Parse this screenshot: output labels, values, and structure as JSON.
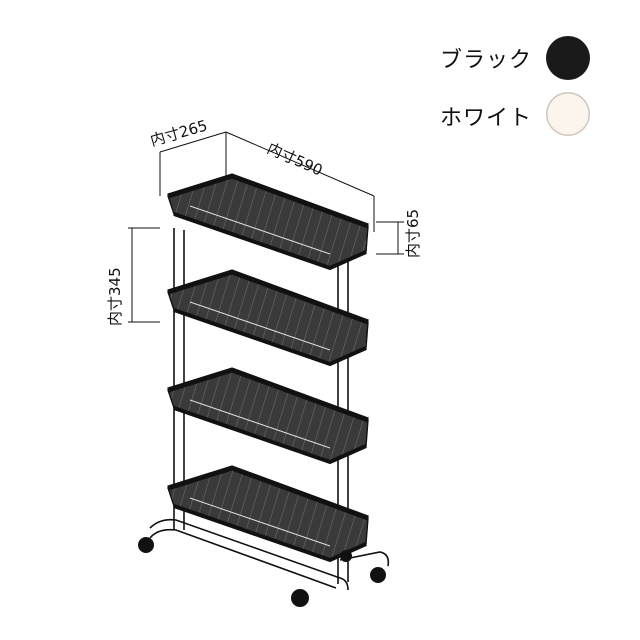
{
  "legend": {
    "items": [
      {
        "label": "ブラック",
        "color": "#1a1a1a",
        "icon": "black-swatch"
      },
      {
        "label": "ホワイト",
        "color": "#fbf5ee",
        "icon": "white-swatch"
      }
    ]
  },
  "dimensions": {
    "depth": "内寸265",
    "width": "内寸590",
    "shelf_height": "内寸65",
    "spacing": "内寸345"
  }
}
